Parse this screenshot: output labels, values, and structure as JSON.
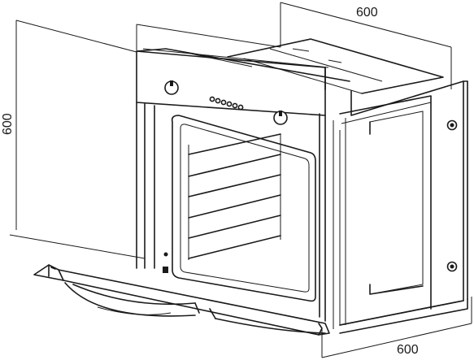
{
  "dimensions": {
    "width_label": "600",
    "height_label": "600",
    "depth_label": "600"
  }
}
